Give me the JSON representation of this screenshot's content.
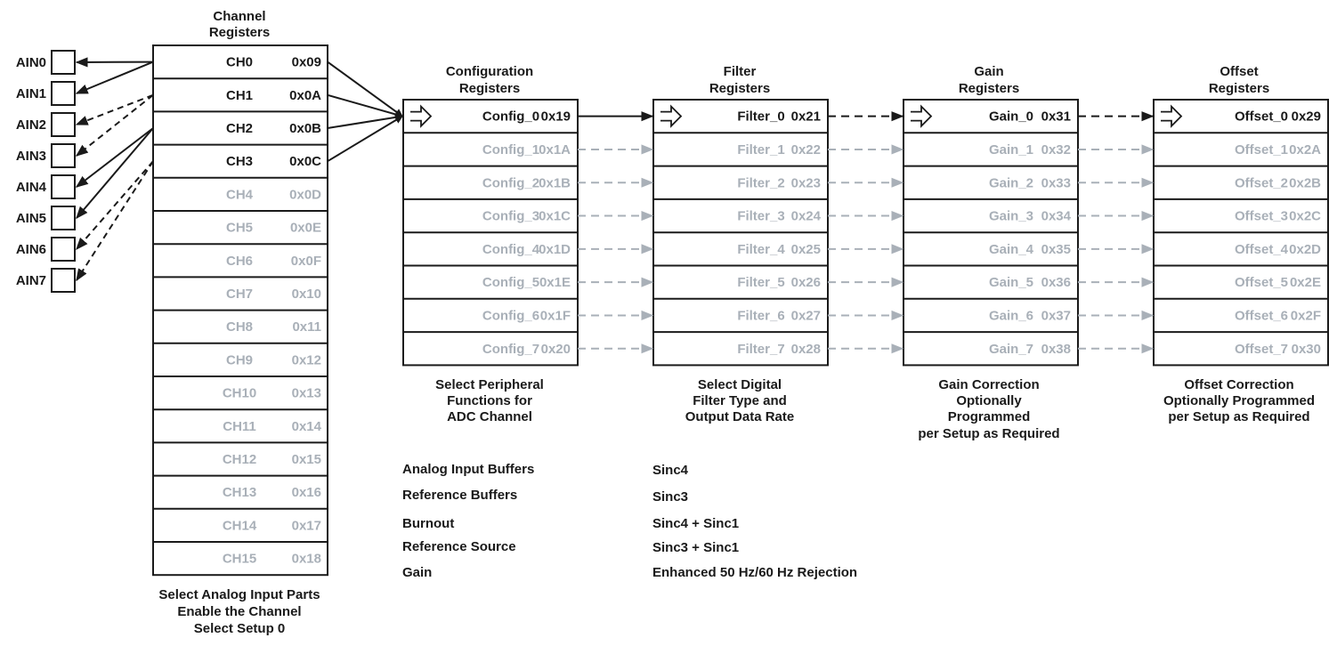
{
  "colors": {
    "active_text": "#1a1a1a",
    "inactive_text": "#a9b0b8",
    "active_line": "#1a1a1a",
    "inactive_line": "#a9b0b8",
    "border": "#1a1a1a"
  },
  "icons": {
    "active_marker": "right-arrow-outline-icon"
  },
  "ain_inputs": [
    "AIN0",
    "AIN1",
    "AIN2",
    "AIN3",
    "AIN4",
    "AIN5",
    "AIN6",
    "AIN7"
  ],
  "channel_registers": {
    "heading": [
      "Channel",
      "Registers"
    ],
    "rows": [
      {
        "name": "CH0",
        "addr": "0x09",
        "active": true
      },
      {
        "name": "CH1",
        "addr": "0x0A",
        "active": true
      },
      {
        "name": "CH2",
        "addr": "0x0B",
        "active": true
      },
      {
        "name": "CH3",
        "addr": "0x0C",
        "active": true
      },
      {
        "name": "CH4",
        "addr": "0x0D",
        "active": false
      },
      {
        "name": "CH5",
        "addr": "0x0E",
        "active": false
      },
      {
        "name": "CH6",
        "addr": "0x0F",
        "active": false
      },
      {
        "name": "CH7",
        "addr": "0x10",
        "active": false
      },
      {
        "name": "CH8",
        "addr": "0x11",
        "active": false
      },
      {
        "name": "CH9",
        "addr": "0x12",
        "active": false
      },
      {
        "name": "CH10",
        "addr": "0x13",
        "active": false
      },
      {
        "name": "CH11",
        "addr": "0x14",
        "active": false
      },
      {
        "name": "CH12",
        "addr": "0x15",
        "active": false
      },
      {
        "name": "CH13",
        "addr": "0x16",
        "active": false
      },
      {
        "name": "CH14",
        "addr": "0x17",
        "active": false
      },
      {
        "name": "CH15",
        "addr": "0x18",
        "active": false
      }
    ],
    "caption": [
      "Select Analog Input Parts",
      "Enable the Channel",
      "Select Setup 0"
    ]
  },
  "channel_connections": [
    {
      "channel": 0,
      "ain": 0,
      "style": "solid"
    },
    {
      "channel": 0,
      "ain": 1,
      "style": "solid"
    },
    {
      "channel": 1,
      "ain": 2,
      "style": "dashed"
    },
    {
      "channel": 1,
      "ain": 3,
      "style": "dashed"
    },
    {
      "channel": 2,
      "ain": 4,
      "style": "solid"
    },
    {
      "channel": 2,
      "ain": 5,
      "style": "solid"
    },
    {
      "channel": 3,
      "ain": 6,
      "style": "dashed"
    },
    {
      "channel": 3,
      "ain": 7,
      "style": "dashed"
    }
  ],
  "setup_columns": [
    {
      "id": "config",
      "heading": [
        "Configuration",
        "Registers"
      ],
      "rows": [
        {
          "name": "Config_0",
          "addr": "0x19"
        },
        {
          "name": "Config_1",
          "addr": "0x1A"
        },
        {
          "name": "Config_2",
          "addr": "0x1B"
        },
        {
          "name": "Config_3",
          "addr": "0x1C"
        },
        {
          "name": "Config_4",
          "addr": "0x1D"
        },
        {
          "name": "Config_5",
          "addr": "0x1E"
        },
        {
          "name": "Config_6",
          "addr": "0x1F"
        },
        {
          "name": "Config_7",
          "addr": "0x20"
        }
      ],
      "caption": [
        "Select Peripheral",
        "Functions for",
        "ADC Channel"
      ]
    },
    {
      "id": "filter",
      "heading": [
        "Filter",
        "Registers"
      ],
      "rows": [
        {
          "name": "Filter_0",
          "addr": "0x21"
        },
        {
          "name": "Filter_1",
          "addr": "0x22"
        },
        {
          "name": "Filter_2",
          "addr": "0x23"
        },
        {
          "name": "Filter_3",
          "addr": "0x24"
        },
        {
          "name": "Filter_4",
          "addr": "0x25"
        },
        {
          "name": "Filter_5",
          "addr": "0x26"
        },
        {
          "name": "Filter_6",
          "addr": "0x27"
        },
        {
          "name": "Filter_7",
          "addr": "0x28"
        }
      ],
      "caption": [
        "Select Digital",
        "Filter Type and",
        "Output Data Rate"
      ]
    },
    {
      "id": "gain",
      "heading": [
        "Gain",
        "Registers"
      ],
      "rows": [
        {
          "name": "Gain_0",
          "addr": "0x31"
        },
        {
          "name": "Gain_1",
          "addr": "0x32"
        },
        {
          "name": "Gain_2",
          "addr": "0x33"
        },
        {
          "name": "Gain_3",
          "addr": "0x34"
        },
        {
          "name": "Gain_4",
          "addr": "0x35"
        },
        {
          "name": "Gain_5",
          "addr": "0x36"
        },
        {
          "name": "Gain_6",
          "addr": "0x37"
        },
        {
          "name": "Gain_7",
          "addr": "0x38"
        }
      ],
      "caption": [
        "Gain Correction",
        "Optionally",
        "Programmed",
        "per Setup as Required"
      ]
    },
    {
      "id": "offset",
      "heading": [
        "Offset",
        "Registers"
      ],
      "rows": [
        {
          "name": "Offset_0",
          "addr": "0x29"
        },
        {
          "name": "Offset_1",
          "addr": "0x2A"
        },
        {
          "name": "Offset_2",
          "addr": "0x2B"
        },
        {
          "name": "Offset_3",
          "addr": "0x2C"
        },
        {
          "name": "Offset_4",
          "addr": "0x2D"
        },
        {
          "name": "Offset_5",
          "addr": "0x2E"
        },
        {
          "name": "Offset_6",
          "addr": "0x2F"
        },
        {
          "name": "Offset_7",
          "addr": "0x30"
        }
      ],
      "caption": [
        "Offset Correction",
        "Optionally Programmed",
        "per Setup as Required"
      ]
    }
  ],
  "config_options": [
    "Analog Input Buffers",
    "Reference Buffers",
    "Burnout",
    "Reference Source",
    "Gain"
  ],
  "filter_options": [
    "Sinc4",
    "Sinc3",
    "Sinc4 + Sinc1",
    "Sinc3 + Sinc1",
    "Enhanced 50 Hz/60 Hz Rejection"
  ]
}
